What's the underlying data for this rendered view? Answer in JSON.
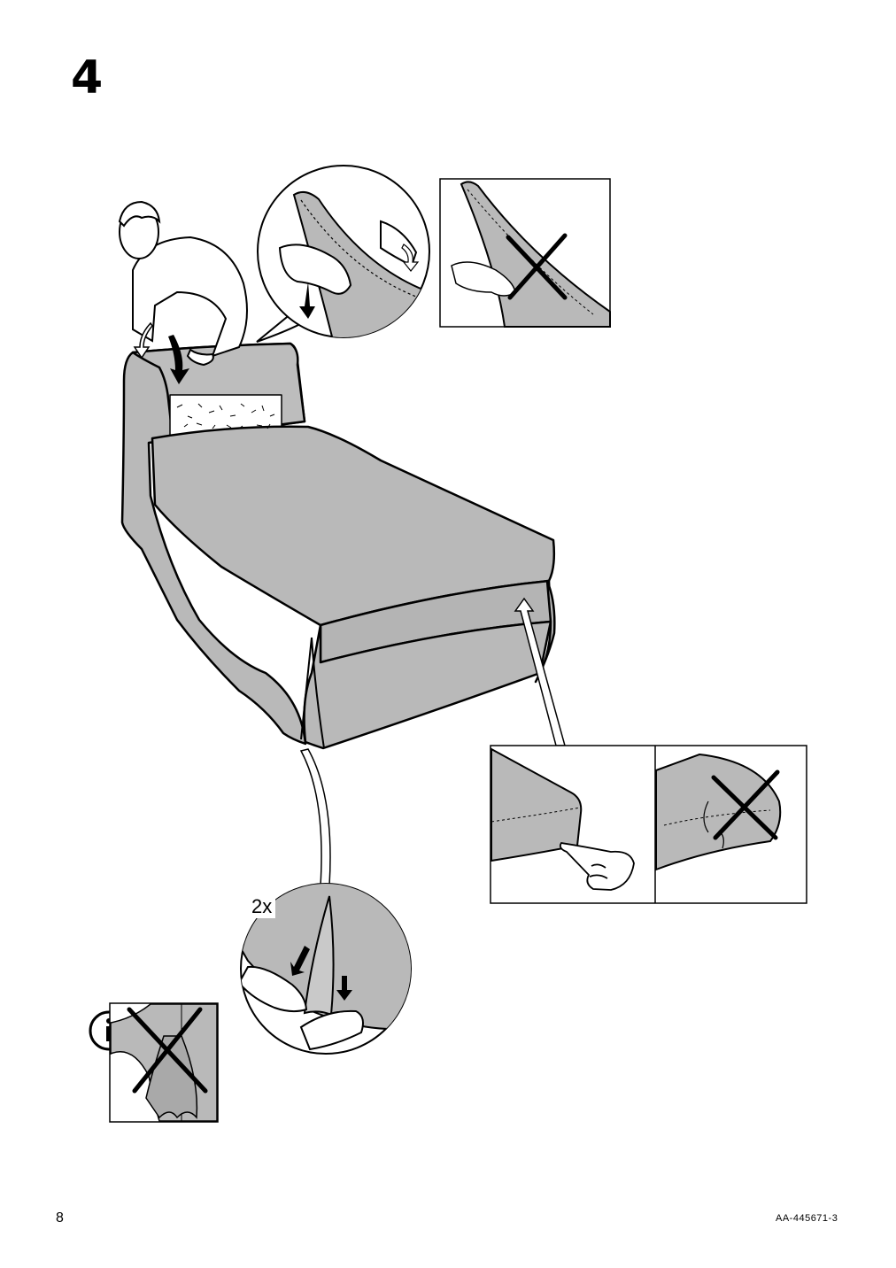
{
  "step": {
    "number": "4"
  },
  "detail": {
    "repeat_count": "2x"
  },
  "footer": {
    "page_number": "8",
    "document_code": "AA-445671-3"
  },
  "icons": [
    "info-icon",
    "cross-out-icon",
    "pointing-hand-icon",
    "arrow-down-icon",
    "arrow-up-icon"
  ],
  "colors": {
    "fabric": "#b9b9b9",
    "line": "#000000",
    "paper": "#ffffff"
  }
}
